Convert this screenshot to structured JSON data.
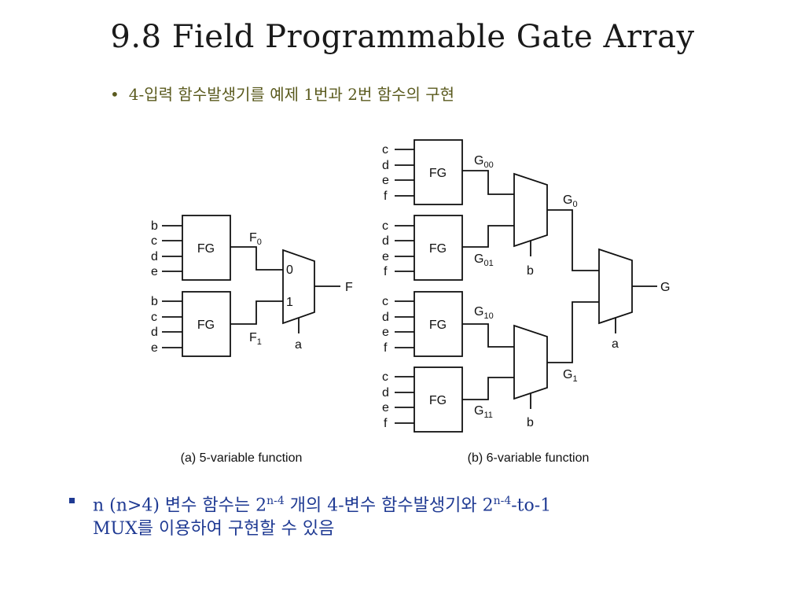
{
  "title": "9.8 Field Programmable Gate Array",
  "bullet1": "4-입력 함수발생기를 예제 1번과 2번 함수의 구현",
  "diagram": {
    "fg_label": "FG",
    "left_fg_inputs": [
      "b",
      "c",
      "d",
      "e"
    ],
    "right_fg_inputs": [
      "c",
      "d",
      "e",
      "f"
    ],
    "left": {
      "f0_base": "F",
      "f0_sub": "0",
      "f1_base": "F",
      "f1_sub": "1",
      "mux_in0": "0",
      "mux_in1": "1",
      "output": "F",
      "select": "a",
      "caption": "(a) 5-variable function"
    },
    "right": {
      "g00_base": "G",
      "g00_sub": "00",
      "g01_base": "G",
      "g01_sub": "01",
      "g10_base": "G",
      "g10_sub": "10",
      "g11_base": "G",
      "g11_sub": "11",
      "g0_base": "G",
      "g0_sub": "0",
      "g1_base": "G",
      "g1_sub": "1",
      "sel_top": "b",
      "sel_bottom": "b",
      "sel_final": "a",
      "output": "G",
      "caption": "(b) 6-variable function"
    }
  },
  "bottom": {
    "p1": "n (n>4) 변수 함수는 2",
    "sup1": "n-4",
    "p2": " 개의 4-변수 함수발생기와 2",
    "sup2": "n-4",
    "p3": "-to-1",
    "line2": "MUX를 이용하여 구현할 수 있음"
  }
}
